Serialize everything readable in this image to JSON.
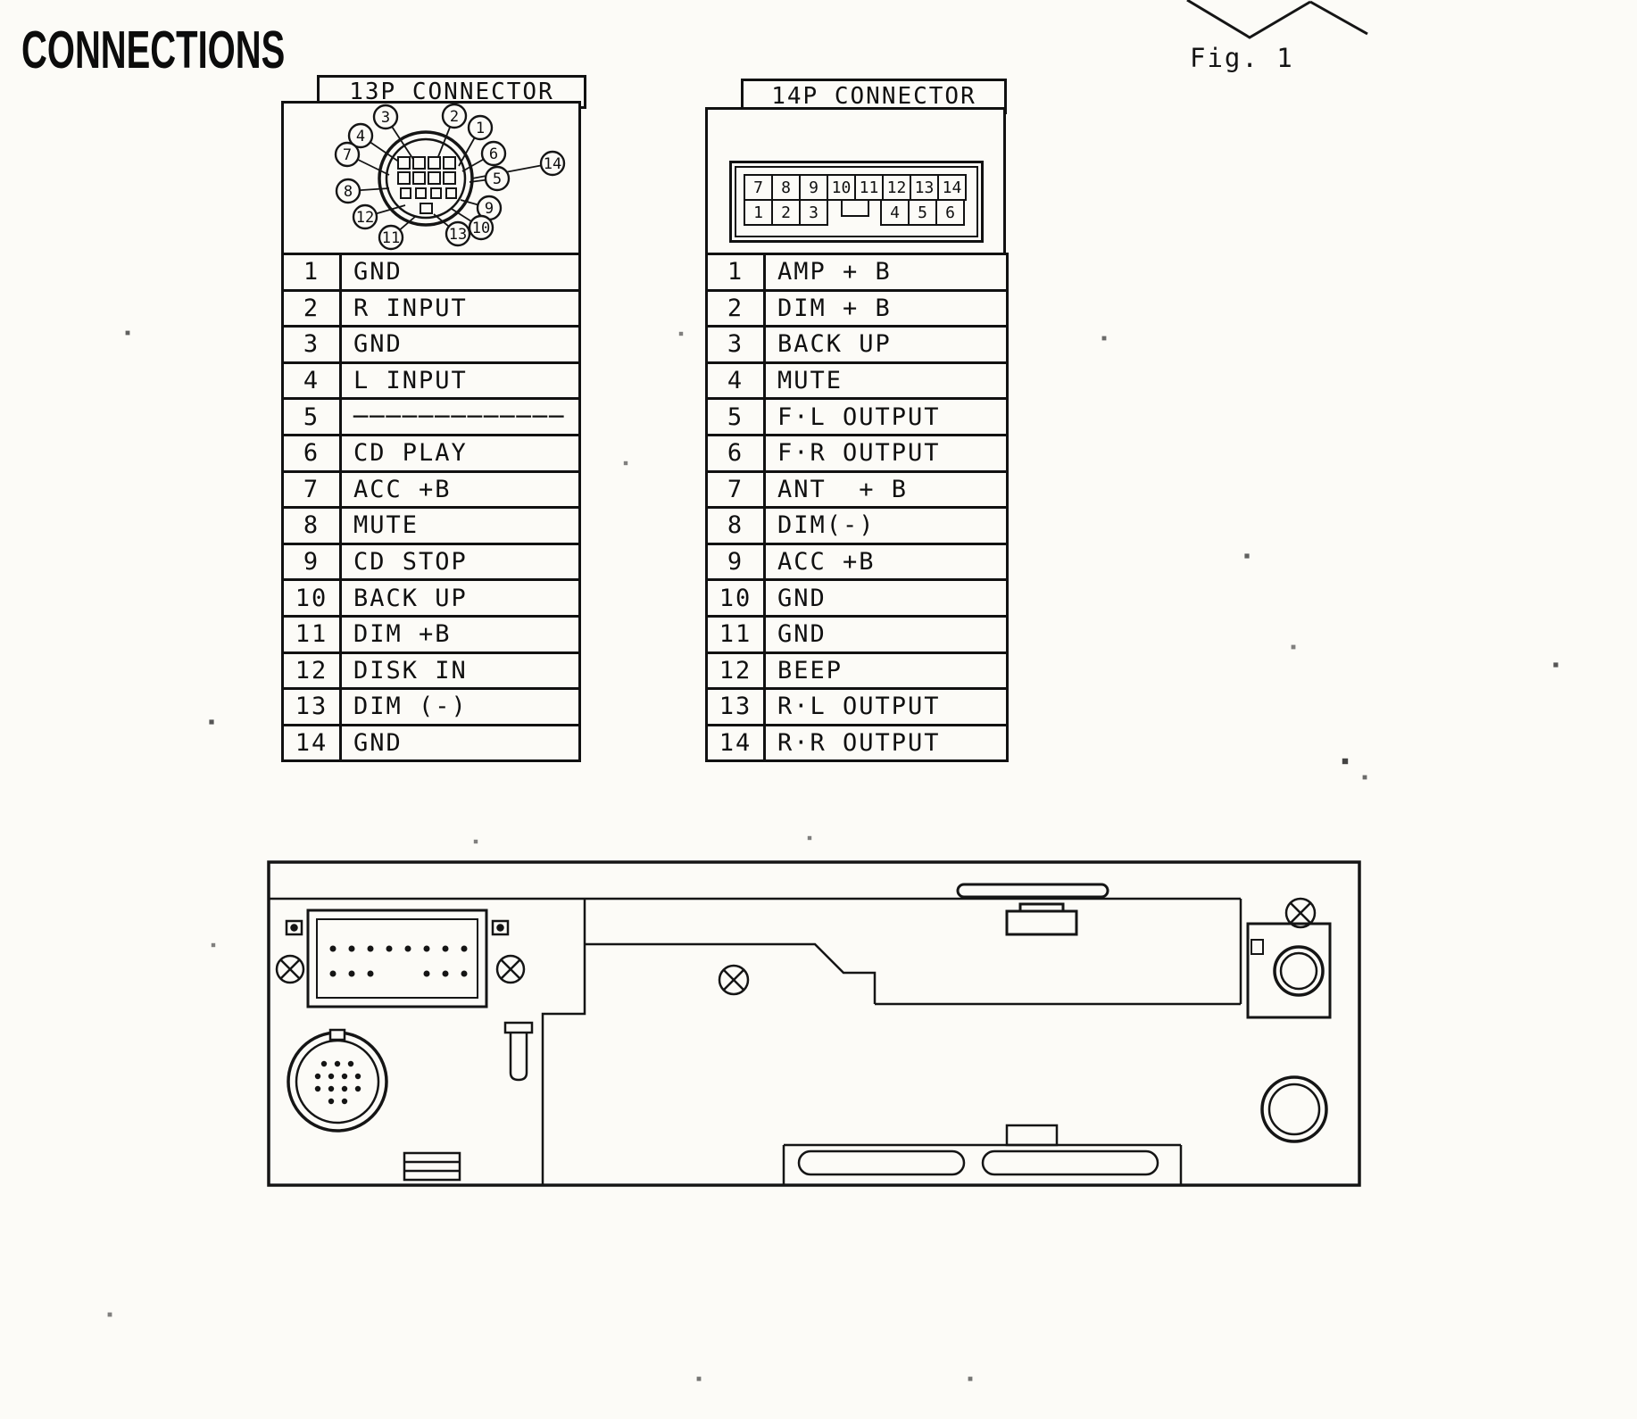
{
  "page": {
    "title": "CONNECTIONS",
    "figure_label": "Fig. 1"
  },
  "connector_13p": {
    "title": "13P CONNECTOR",
    "callouts": [
      "3",
      "2",
      "1",
      "4",
      "6",
      "7",
      "14",
      "5",
      "8",
      "9",
      "12",
      "10",
      "13",
      "11"
    ],
    "rows": [
      {
        "pin": "1",
        "label": "GND"
      },
      {
        "pin": "2",
        "label": "R INPUT"
      },
      {
        "pin": "3",
        "label": "GND"
      },
      {
        "pin": "4",
        "label": "L INPUT"
      },
      {
        "pin": "5",
        "label": "─────────────"
      },
      {
        "pin": "6",
        "label": "CD PLAY"
      },
      {
        "pin": "7",
        "label": "ACC +B"
      },
      {
        "pin": "8",
        "label": "MUTE"
      },
      {
        "pin": "9",
        "label": "CD STOP"
      },
      {
        "pin": "10",
        "label": "BACK UP"
      },
      {
        "pin": "11",
        "label": "DIM +B"
      },
      {
        "pin": "12",
        "label": "DISK IN"
      },
      {
        "pin": "13",
        "label": "DIM (-)"
      },
      {
        "pin": "14",
        "label": "GND"
      }
    ]
  },
  "connector_14p": {
    "title": "14P CONNECTOR",
    "pins_top": [
      "7",
      "8",
      "9",
      "10",
      "11",
      "12",
      "13",
      "14"
    ],
    "pins_bottom_left": [
      "1",
      "2",
      "3"
    ],
    "pins_bottom_right": [
      "4",
      "5",
      "6"
    ],
    "rows": [
      {
        "pin": "1",
        "label": "AMP + B"
      },
      {
        "pin": "2",
        "label": "DIM + B"
      },
      {
        "pin": "3",
        "label": "BACK UP"
      },
      {
        "pin": "4",
        "label": "MUTE"
      },
      {
        "pin": "5",
        "label": "F·L OUTPUT"
      },
      {
        "pin": "6",
        "label": "F·R OUTPUT"
      },
      {
        "pin": "7",
        "label": "ANT  + B"
      },
      {
        "pin": "8",
        "label": "DIM(-)"
      },
      {
        "pin": "9",
        "label": "ACC +B"
      },
      {
        "pin": "10",
        "label": "GND"
      },
      {
        "pin": "11",
        "label": "GND"
      },
      {
        "pin": "12",
        "label": "BEEP"
      },
      {
        "pin": "13",
        "label": "R·L OUTPUT"
      },
      {
        "pin": "14",
        "label": "R·R OUTPUT"
      }
    ]
  }
}
